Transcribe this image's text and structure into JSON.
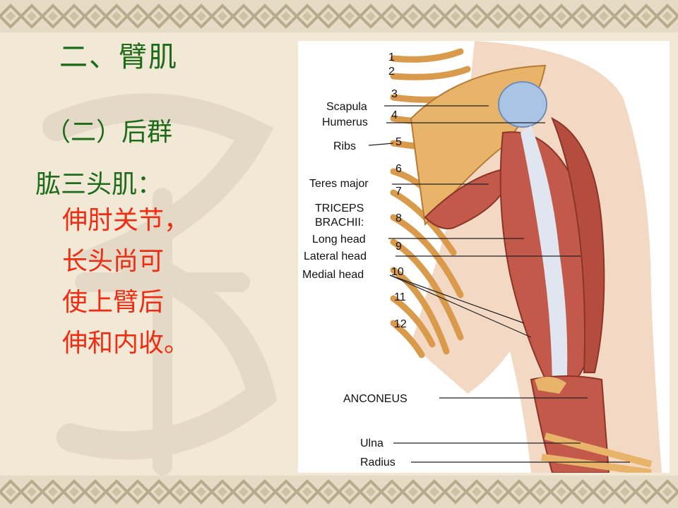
{
  "slide": {
    "title": "二、臂肌",
    "subtitle": "（二）后群",
    "muscle": "肱三头肌：",
    "lines": [
      "伸肘关节，",
      "长头尚可",
      "使上臂后",
      "伸和内收。"
    ]
  },
  "figure": {
    "labels": {
      "scapula": "Scapula",
      "humerus": "Humerus",
      "ribs": "Ribs",
      "teres_major": "Teres major",
      "triceps_1": "TRICEPS",
      "triceps_2": "BRACHII:",
      "long_head": "Long head",
      "lateral_head": "Lateral head",
      "medial_head": "Medial head",
      "anconeus": "ANCONEUS",
      "ulna": "Ulna",
      "radius": "Radius"
    },
    "rib_numbers": [
      "1",
      "2",
      "3",
      "4",
      "5",
      "6",
      "7",
      "8",
      "9",
      "10",
      "11",
      "12"
    ]
  },
  "colors": {
    "background": "#f1e8d6",
    "title_green": "#1e6b1a",
    "body_red": "#f02c12",
    "bone": "#e8b46a",
    "muscle": "#c2594a",
    "tendon": "#dfe6f0"
  }
}
